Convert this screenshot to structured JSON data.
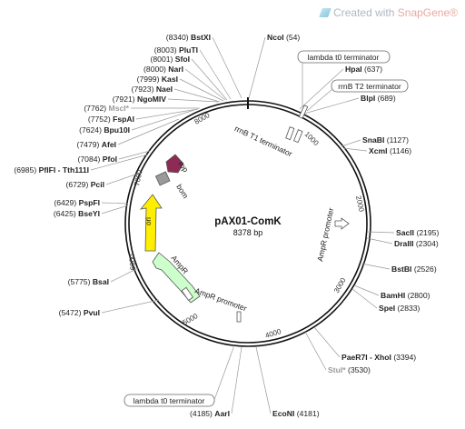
{
  "watermark": {
    "prefix": "Created with ",
    "brand": "SnapGene®"
  },
  "plasmid": {
    "name": "pAX01-ComK",
    "size": "8378 bp",
    "length": 8378
  },
  "ticks": [
    "1000",
    "2000",
    "3000",
    "4000",
    "5000",
    "6000",
    "7000",
    "8000"
  ],
  "sites": [
    {
      "name": "NcoI",
      "pos": "(54)",
      "side": "right",
      "bold": true
    },
    {
      "name": "BstXI",
      "pos": "(8340)",
      "side": "left",
      "bold": true
    },
    {
      "name": "PluTI",
      "pos": "(8003)",
      "side": "left",
      "bold": true
    },
    {
      "name": "SfoI",
      "pos": "(8001)",
      "side": "left",
      "bold": true
    },
    {
      "name": "NarI",
      "pos": "(8000)",
      "side": "left",
      "bold": true
    },
    {
      "name": "KasI",
      "pos": "(7999)",
      "side": "left",
      "bold": true
    },
    {
      "name": "NaeI",
      "pos": "(7923)",
      "side": "left",
      "bold": true
    },
    {
      "name": "NgoMIV",
      "pos": "(7921)",
      "side": "left",
      "bold": true
    },
    {
      "name": "MscI*",
      "pos": "(7762)",
      "side": "left",
      "bold": true,
      "gray": true
    },
    {
      "name": "FspAI",
      "pos": "(7752)",
      "side": "left",
      "bold": true
    },
    {
      "name": "Bpu10I",
      "pos": "(7624)",
      "side": "left",
      "bold": true
    },
    {
      "name": "AfeI",
      "pos": "(7479)",
      "side": "left",
      "bold": true
    },
    {
      "name": "PfoI",
      "pos": "(7084)",
      "side": "left",
      "bold": true
    },
    {
      "name": "PflFI - Tth111I",
      "pos": "(6985)",
      "side": "left",
      "bold": true
    },
    {
      "name": "PciI",
      "pos": "(6729)",
      "side": "left",
      "bold": true
    },
    {
      "name": "PspFI",
      "pos": "(6429)",
      "side": "left",
      "bold": true
    },
    {
      "name": "BseYI",
      "pos": "(6425)",
      "side": "left",
      "bold": true
    },
    {
      "name": "BsaI",
      "pos": "(5775)",
      "side": "left",
      "bold": true
    },
    {
      "name": "PvuI",
      "pos": "(5472)",
      "side": "left",
      "bold": true
    },
    {
      "name": "AarI",
      "pos": "(4185)",
      "side": "left",
      "bold": true
    },
    {
      "name": "EcoNI",
      "pos": "(4181)",
      "side": "right",
      "bold": true
    },
    {
      "name": "StuI*",
      "pos": "(3530)",
      "side": "right",
      "bold": true,
      "gray": true
    },
    {
      "name": "PaeR7I - XhoI",
      "pos": "(3394)",
      "side": "right",
      "bold": true
    },
    {
      "name": "SpeI",
      "pos": "(2833)",
      "side": "right",
      "bold": true
    },
    {
      "name": "BamHI",
      "pos": "(2800)",
      "side": "right",
      "bold": true
    },
    {
      "name": "BstBI",
      "pos": "(2526)",
      "side": "right",
      "bold": true
    },
    {
      "name": "DraIII",
      "pos": "(2304)",
      "side": "right",
      "bold": true
    },
    {
      "name": "SacII",
      "pos": "(2195)",
      "side": "right",
      "bold": true
    },
    {
      "name": "XcmI",
      "pos": "(1146)",
      "side": "right",
      "bold": true
    },
    {
      "name": "SnaBI",
      "pos": "(1127)",
      "side": "right",
      "bold": true
    },
    {
      "name": "BlpI",
      "pos": "(689)",
      "side": "right",
      "bold": true
    },
    {
      "name": "HpaI",
      "pos": "(637)",
      "side": "right",
      "bold": true
    }
  ],
  "feature_labels": {
    "t0_top": "lambda t0 terminator",
    "t0_bottom": "lambda t0 terminator",
    "rrnb_t2": "rrnB T2 terminator",
    "rrnb_t1": "rrnB T1 terminator",
    "ampr_promoter_right": "AmpR promoter",
    "ampr_promoter_left": "AmpR promoter",
    "ampr": "AmpR",
    "ori": "ori",
    "rop": "rop",
    "bom": "bom"
  },
  "colors": {
    "ori": "#ffee00",
    "ampr": "#ccffcc",
    "rop": "#8e2b55",
    "bom": "#9a9a9a"
  }
}
